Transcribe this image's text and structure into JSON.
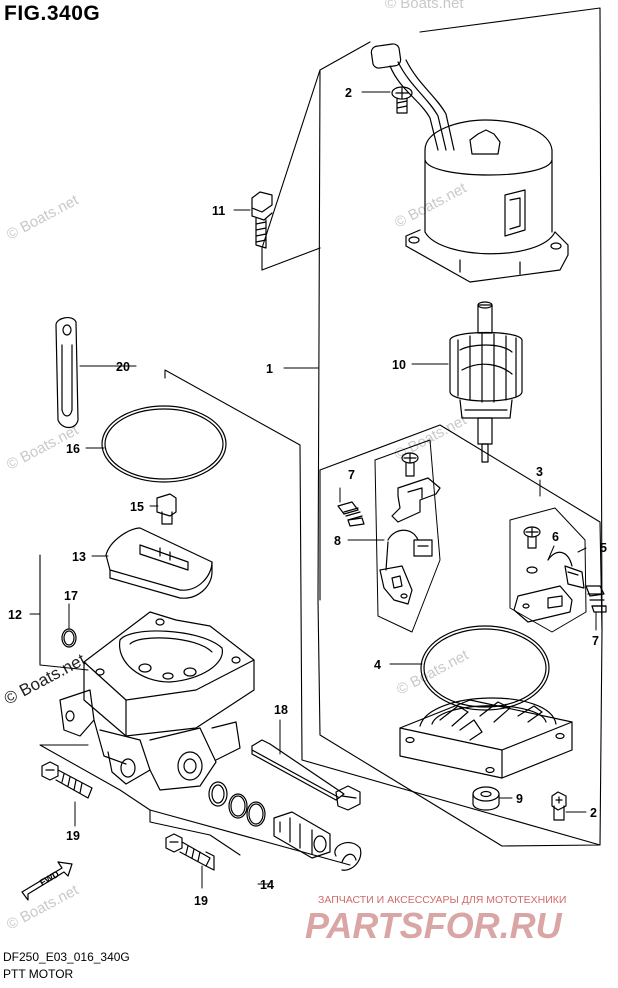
{
  "figure": {
    "title": "FIG.340G",
    "code": "DF250_E03_016_340G",
    "name": "PTT MOTOR"
  },
  "watermarks": {
    "boats_net": "© Boats.net",
    "parts_sub": "ЗАПЧАСТИ И АКСЕССУАРЫ ДЛЯ МОТОТЕХНИКИ",
    "parts_main": "PARTSFOR.RU"
  },
  "callouts": [
    {
      "id": "c1",
      "num": "1"
    },
    {
      "id": "c2a",
      "num": "2"
    },
    {
      "id": "c2b",
      "num": "2"
    },
    {
      "id": "c3",
      "num": "3"
    },
    {
      "id": "c4",
      "num": "4"
    },
    {
      "id": "c5",
      "num": "5"
    },
    {
      "id": "c6",
      "num": "6"
    },
    {
      "id": "c7a",
      "num": "7"
    },
    {
      "id": "c7b",
      "num": "7"
    },
    {
      "id": "c8",
      "num": "8"
    },
    {
      "id": "c9",
      "num": "9"
    },
    {
      "id": "c10",
      "num": "10"
    },
    {
      "id": "c11",
      "num": "11"
    },
    {
      "id": "c12",
      "num": "12"
    },
    {
      "id": "c13",
      "num": "13"
    },
    {
      "id": "c14",
      "num": "14"
    },
    {
      "id": "c15",
      "num": "15"
    },
    {
      "id": "c16",
      "num": "16"
    },
    {
      "id": "c17",
      "num": "17"
    },
    {
      "id": "c18",
      "num": "18"
    },
    {
      "id": "c19a",
      "num": "19"
    },
    {
      "id": "c19b",
      "num": "19"
    },
    {
      "id": "c20",
      "num": "20"
    }
  ],
  "fwd_label": "FWD"
}
